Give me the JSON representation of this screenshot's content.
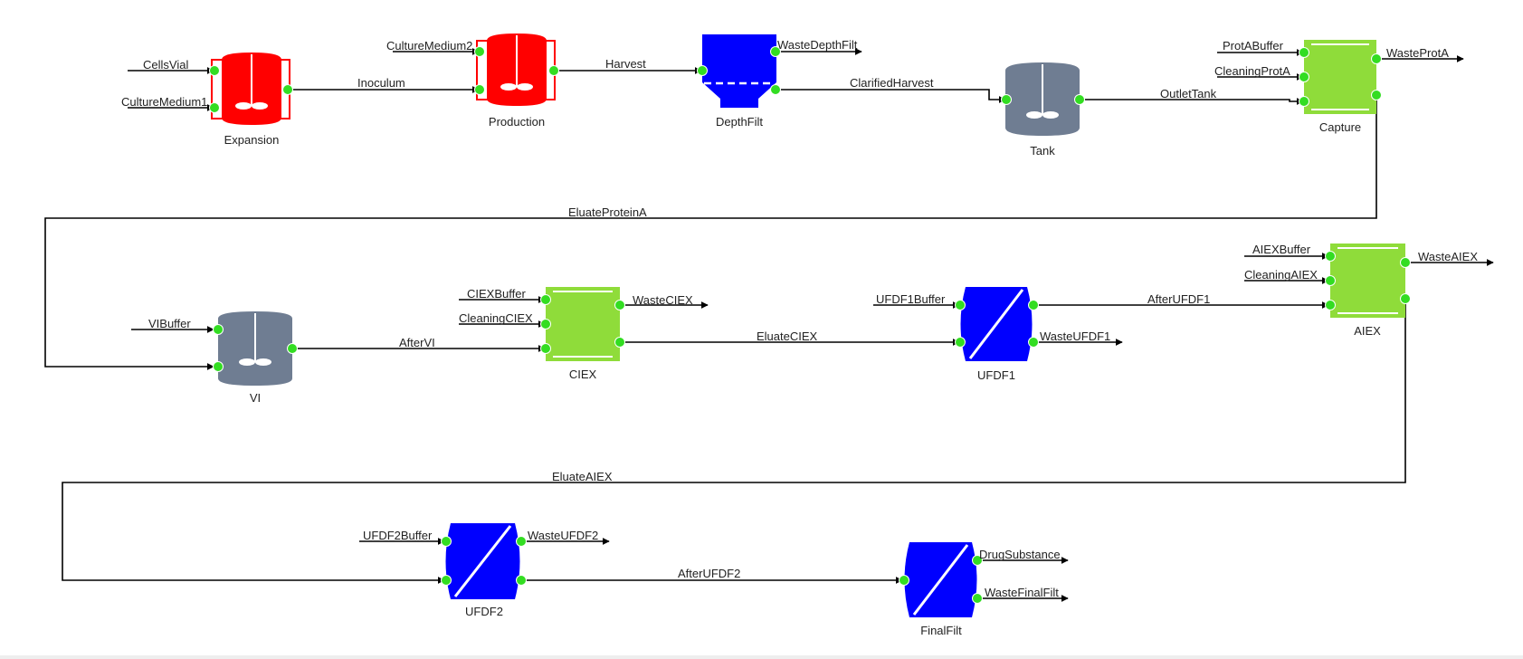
{
  "diagram": {
    "colors": {
      "bioreactor": "#ff0000",
      "filter": "#0000ff",
      "tank": "#6f7d92",
      "chromatography": "#8fdc3a",
      "port": "#33dd22",
      "line": "#000000"
    },
    "units": {
      "expansion": "Expansion",
      "production": "Production",
      "depthfilt": "DepthFilt",
      "tank": "Tank",
      "capture": "Capture",
      "vi": "VI",
      "ciex": "CIEX",
      "ufdf1": "UFDF1",
      "aiex": "AIEX",
      "ufdf2": "UFDF2",
      "finalfilt": "FinalFilt"
    },
    "streams": {
      "cellsvial": "CellsVial",
      "culturemedium1": "CultureMedium1",
      "inoculum": "Inoculum",
      "culturemedium2": "CultureMedium2",
      "harvest": "Harvest",
      "wastedepthfilt": "WasteDepthFilt",
      "clarifiedharvest": "ClarifiedHarvest",
      "outlettank": "OutletTank",
      "protabuffer": "ProtABuffer",
      "cleaningprota": "CleaningProtA",
      "wasteprota": "WasteProtA",
      "eluateproteina": "EluateProteinA",
      "vibuffer": "VIBuffer",
      "aftervi": "AfterVI",
      "ciexbuffer": "CIEXBuffer",
      "cleaningciex": "CleaningCIEX",
      "wasteciex": "WasteCIEX",
      "eluateciex": "EluateCIEX",
      "ufdf1buffer": "UFDF1Buffer",
      "afterufdf1": "AfterUFDF1",
      "wasteufdf1": "WasteUFDF1",
      "aiexbuffer": "AIEXBuffer",
      "cleaningaiex": "CleaningAIEX",
      "wasteaiex": "WasteAIEX",
      "eluateaiex": "EluateAIEX",
      "ufdf2buffer": "UFDF2Buffer",
      "wasteufdf2": "WasteUFDF2",
      "afterufdf2": "AfterUFDF2",
      "drugsubstance": "DrugSubstance",
      "wastefinalfilt": "WasteFinalFilt"
    }
  }
}
